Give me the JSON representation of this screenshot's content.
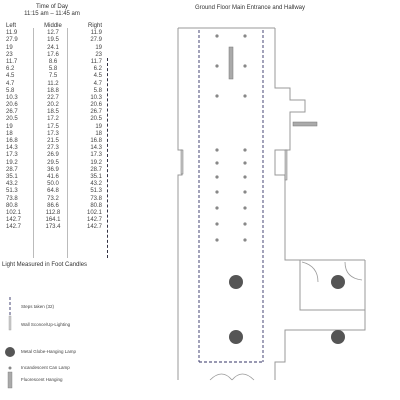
{
  "table": {
    "title_line1": "Time of Day",
    "title_line2": "11:15 am – 11:45 am",
    "headers": [
      "Left",
      "Middle",
      "Right"
    ],
    "rows": [
      [
        "11.9",
        "12.7",
        "11.9"
      ],
      [
        "27.9",
        "19.5",
        "27.9"
      ],
      [
        "19",
        "24.1",
        "19"
      ],
      [
        "23",
        "17.6",
        "23"
      ],
      [
        "11.7",
        "8.6",
        "11.7"
      ],
      [
        "6.2",
        "5.8",
        "6.2"
      ],
      [
        "4.5",
        "7.5",
        "4.5"
      ],
      [
        "4.7",
        "11.2",
        "4.7"
      ],
      [
        "5.8",
        "18.8",
        "5.8"
      ],
      [
        "10.3",
        "22.7",
        "10.3"
      ],
      [
        "20.6",
        "20.2",
        "20.6"
      ],
      [
        "26.7",
        "18.5",
        "26.7"
      ],
      [
        "20.5",
        "17.2",
        "20.5"
      ],
      [
        "19",
        "17.5",
        "19"
      ],
      [
        "18",
        "17.3",
        "18"
      ],
      [
        "16.8",
        "21.5",
        "16.8"
      ],
      [
        "14.3",
        "27.3",
        "14.3"
      ],
      [
        "17.3",
        "26.9",
        "17.3"
      ],
      [
        "19.2",
        "29.5",
        "19.2"
      ],
      [
        "28.7",
        "36.9",
        "28.7"
      ],
      [
        "35.1",
        "41.6",
        "35.1"
      ],
      [
        "43.2",
        "50.0",
        "43.2"
      ],
      [
        "51.3",
        "64.8",
        "51.3"
      ],
      [
        "73.8",
        "73.2",
        "73.8"
      ],
      [
        "80.8",
        "86.6",
        "80.8"
      ],
      [
        "102.1",
        "112.8",
        "102.1"
      ],
      [
        "142.7",
        "164.1",
        "142.7"
      ],
      [
        "142.7",
        "173.4",
        "142.7"
      ]
    ],
    "footer": "Light Measured in Foot Candles"
  },
  "plan": {
    "title": "Ground Floor Main Entrance and Hallway"
  },
  "legend": {
    "steps": "Steps taken (32)",
    "wall": "Wall Sconce/Up-Lighting",
    "pendant": "Metal Globe-Hanging Lamp",
    "recessed": "Incandescent Can Lamp",
    "fluorescent": "Fluorescent Hanging"
  },
  "colors": {
    "dashed_path": "#333366",
    "fixture": "#555555",
    "wall": "#999999"
  }
}
